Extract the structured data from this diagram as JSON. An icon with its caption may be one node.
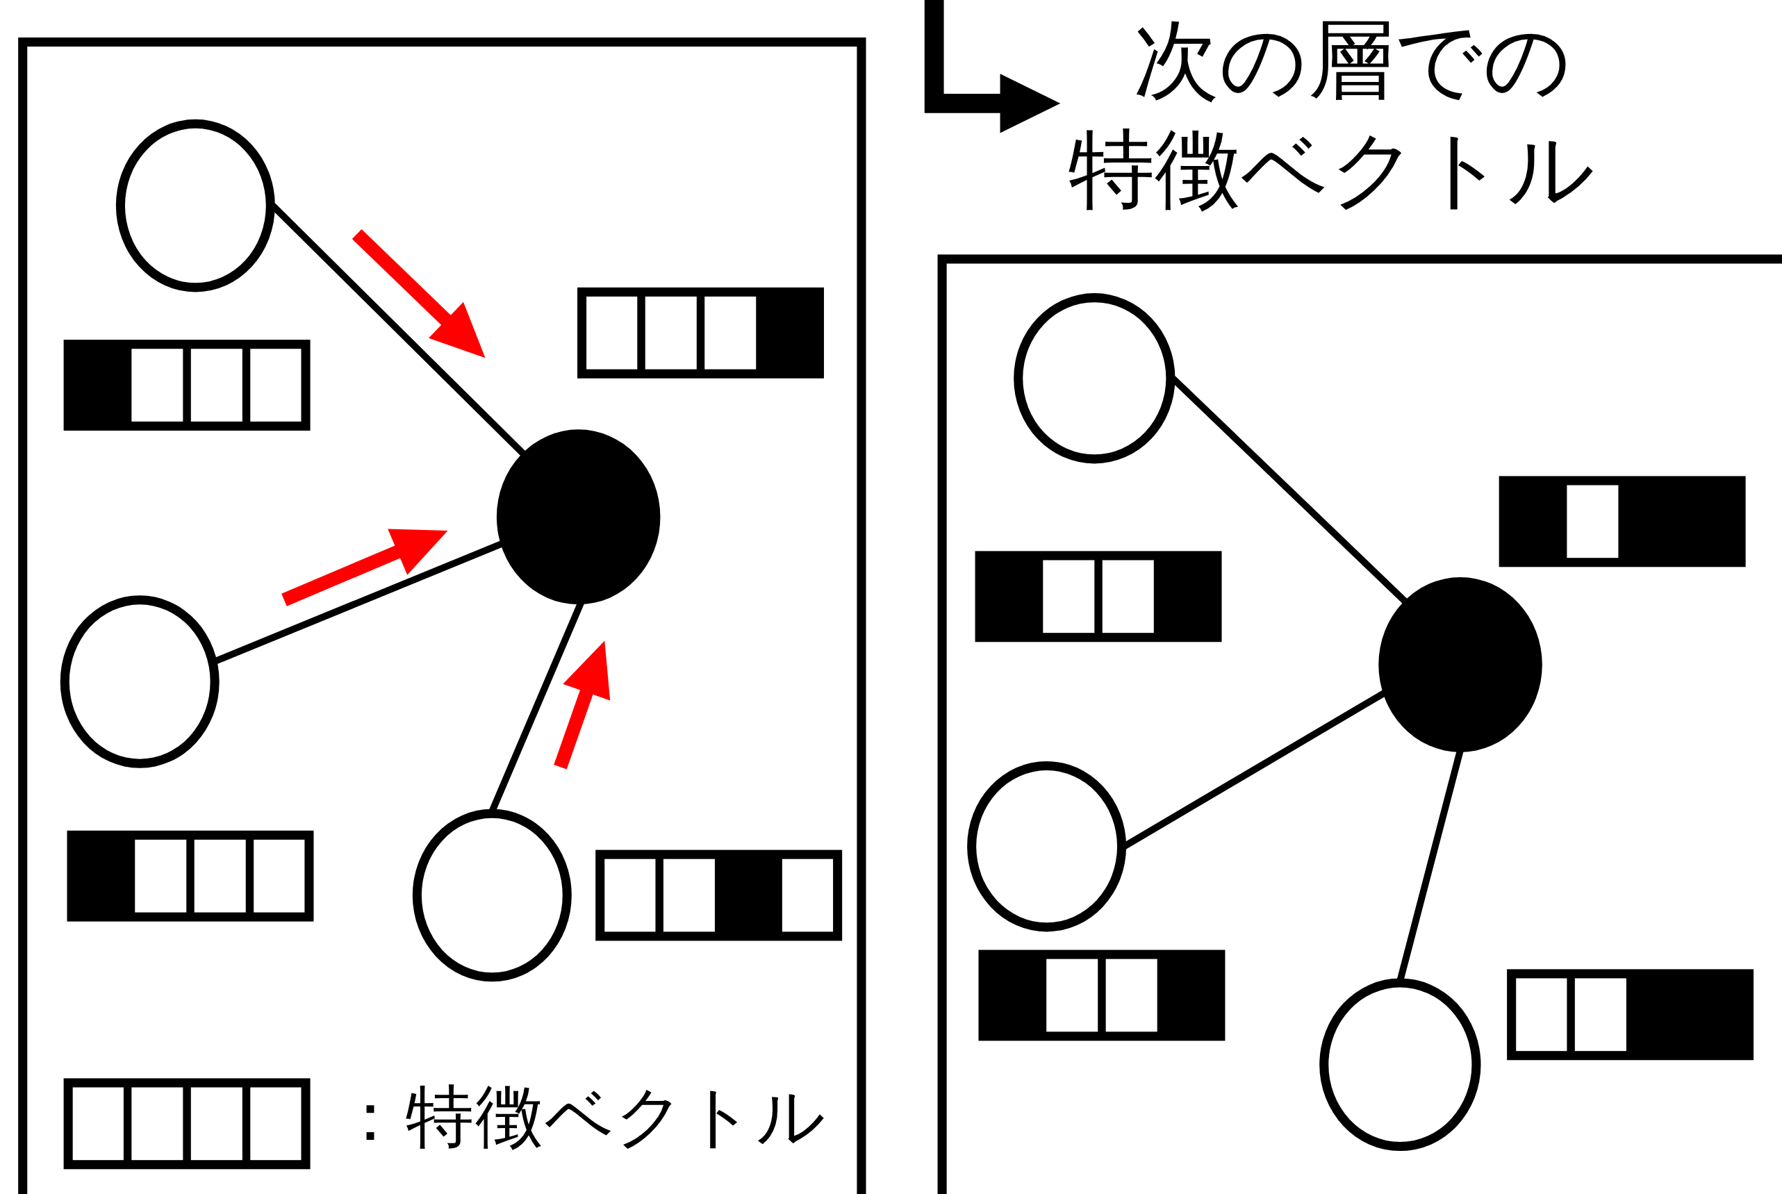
{
  "diagram": {
    "nodes": [
      {
        "text": [],
        "shape": "box"
      },
      {
        "text": [],
        "shape": "circle",
        "in": 0
      },
      {
        "text": [],
        "shape": "circle",
        "in": 0
      },
      {
        "text": [],
        "shape": "circle",
        "in": 0
      },
      {
        "text": [],
        "shape": "circle",
        "in": 0
      },
      {
        "text": [],
        "shape": "box"
      },
      {
        "text": [],
        "shape": "circle",
        "in": 5
      },
      {
        "text": [],
        "shape": "circle",
        "in": 5
      },
      {
        "text": [],
        "shape": "circle",
        "in": 5
      },
      {
        "text": [],
        "shape": "circle",
        "in": 5
      }
    ],
    "edges": [
      {
        "from": 1,
        "to": 2,
        "arrow": "none"
      },
      {
        "from": 3,
        "to": 2,
        "arrow": "none"
      },
      {
        "from": 4,
        "to": 2,
        "arrow": "none"
      },
      {
        "from": 6,
        "to": 7,
        "arrow": "none"
      },
      {
        "from": 8,
        "to": 7,
        "arrow": "none"
      },
      {
        "from": 9,
        "to": 7,
        "arrow": "none"
      }
    ],
    "labels": [
      "次の層での特徴ベクトル"
    ],
    "legend": [
      {
        "text": "：特徴ベクトル"
      }
    ]
  }
}
